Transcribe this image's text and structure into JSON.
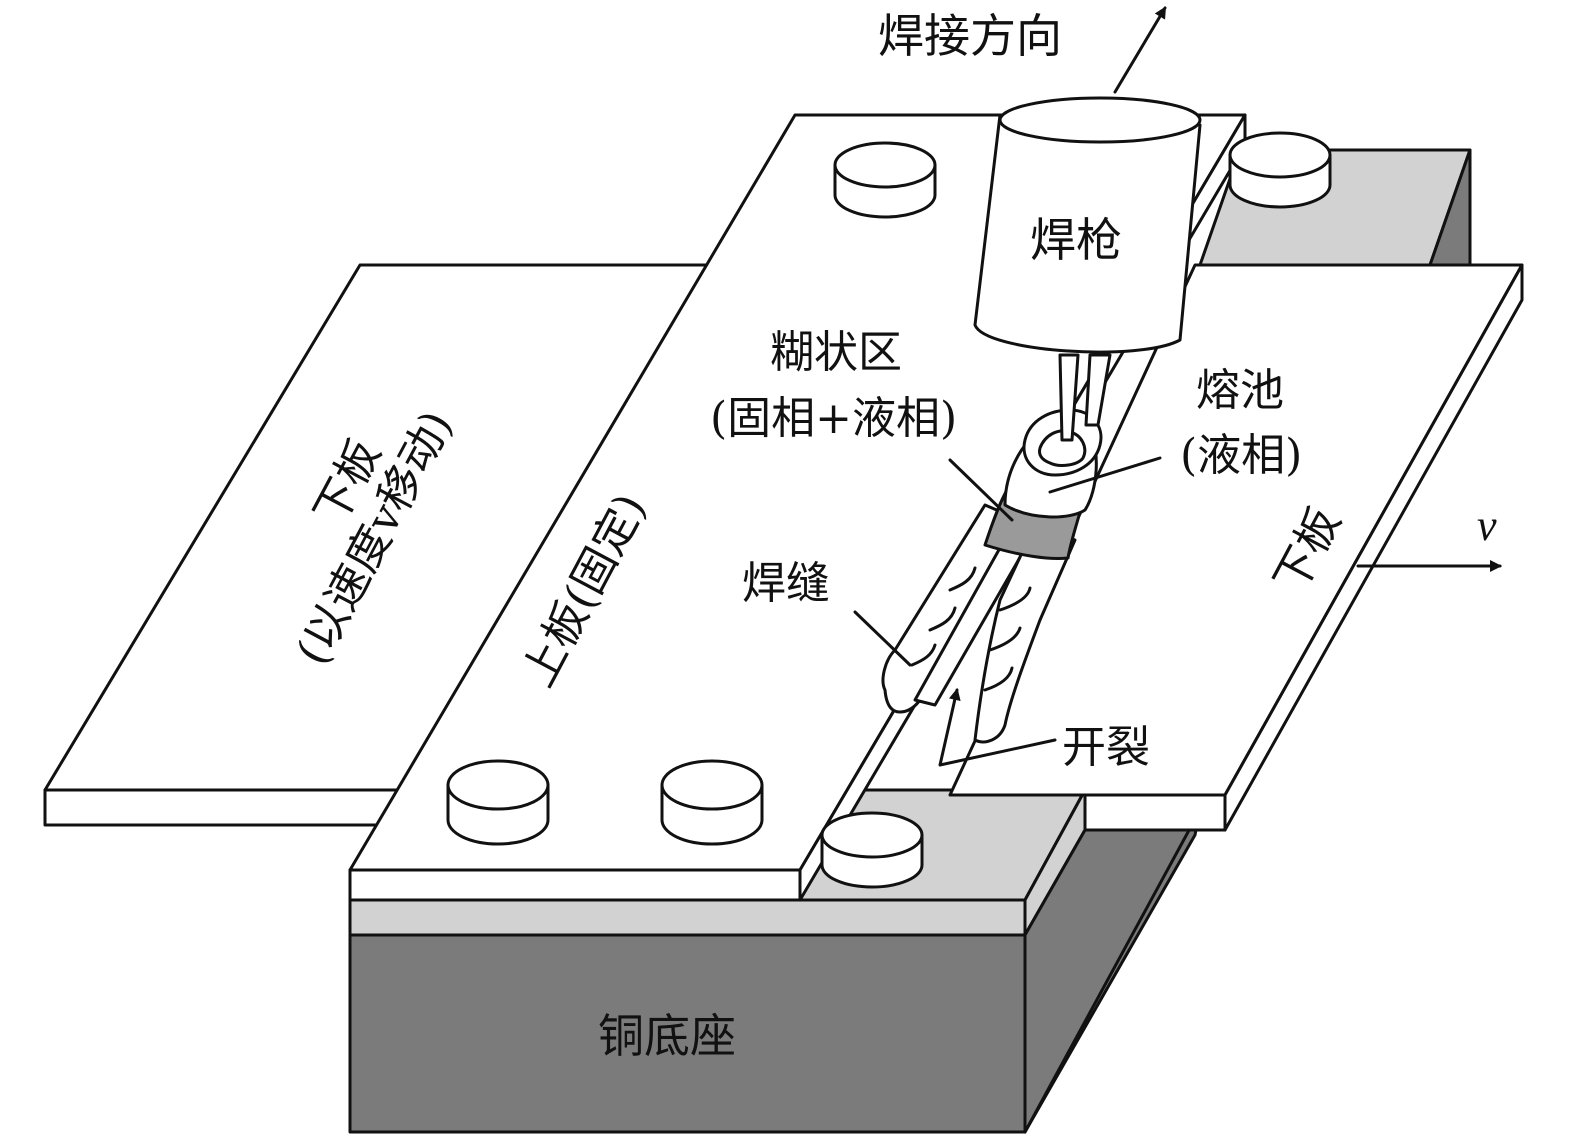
{
  "labels": {
    "welding_direction": "焊接方向",
    "torch": "焊枪",
    "mushy_zone_line1": "糊状区",
    "mushy_zone_line2": "(固相+液相)",
    "molten_pool_line1": "熔池",
    "molten_pool_line2": "(液相)",
    "lower_plate_left_line1": "下板",
    "lower_plate_left_line2": "(以速度v移动)",
    "upper_plate": "上板(固定)",
    "weld_seam": "焊缝",
    "lower_plate_right": "下板",
    "velocity": "v",
    "crack": "开裂",
    "copper_base": "铜底座"
  },
  "colors": {
    "dark_gray": "#7b7b7b",
    "light_gray": "#d2d2d2",
    "mid_gray": "#9a9a9a",
    "outline": "#111111",
    "white": "#ffffff"
  }
}
